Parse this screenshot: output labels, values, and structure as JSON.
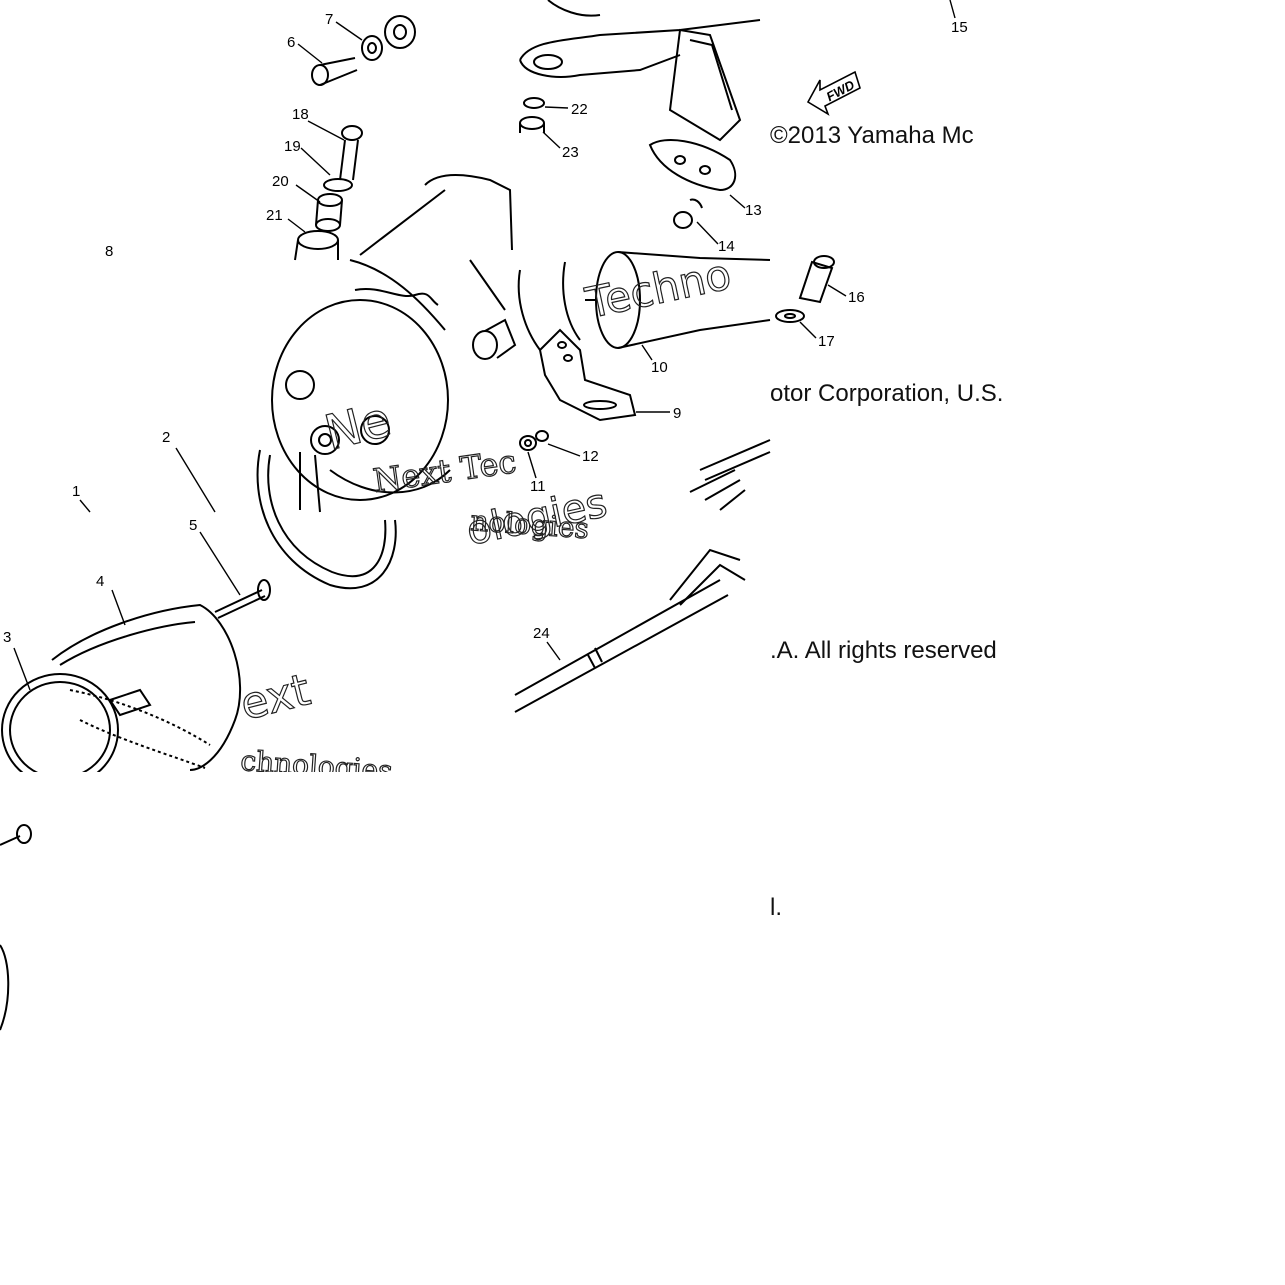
{
  "diagram": {
    "callouts": [
      "1",
      "2",
      "3",
      "4",
      "5",
      "6",
      "7",
      "8",
      "9",
      "10",
      "11",
      "12",
      "13",
      "14",
      "15",
      "16",
      "17",
      "18",
      "19",
      "20",
      "21",
      "22",
      "23",
      "24"
    ],
    "direction_mark": "FWD"
  },
  "copyright": {
    "line1": "©2013 Yamaha Mc",
    "line2": "otor Corporation, U.S.",
    "line3": ".A. All rights reserved",
    "line4": "l."
  },
  "watermarks": {
    "a": "Next Tec",
    "b": "nologies",
    "c": "Techno",
    "d": "ext",
    "e": "chnologies",
    "f": "ologies",
    "g": "Ne"
  },
  "colors": {
    "ink": "#000000",
    "paper": "#ffffff"
  }
}
